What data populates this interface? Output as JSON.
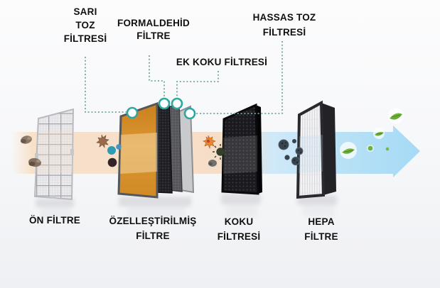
{
  "title": "Air purifier filter stages diagram",
  "labels": {
    "top": [
      {
        "id": "sari-toz-filtresi",
        "lines": [
          "SARI",
          "TOZ",
          "FİLTRESİ"
        ]
      },
      {
        "id": "formaldehid-filtre",
        "lines": [
          "FORMALDEHİD",
          "FİLTRE"
        ]
      },
      {
        "id": "ek-koku-filtresi",
        "lines": [
          "EK KOKU FİLTRESİ"
        ]
      },
      {
        "id": "hassas-toz-filtresi",
        "lines": [
          "HASSAS TOZ",
          "FİLTRESİ"
        ]
      }
    ],
    "bottom": [
      {
        "id": "on-filtre",
        "lines": [
          "ÖN FİLTRE"
        ]
      },
      {
        "id": "ozellestirilmis-filtre",
        "lines": [
          "ÖZELLEŞTİRİLMİŞ",
          "FİLTRE"
        ]
      },
      {
        "id": "koku-filtresi",
        "lines": [
          "KOKU",
          "FİLTRESİ"
        ]
      },
      {
        "id": "hepa-filtre",
        "lines": [
          "HEPA",
          "FİLTRE"
        ]
      }
    ]
  },
  "stages": [
    {
      "filter": "ÖN FİLTRE",
      "panel": "gray mesh grid panel"
    },
    {
      "filter": "ÖZELLEŞTİRİLMİŞ FİLTRE",
      "panel": "orange panel with black, dark gray and light gray layers",
      "markers": [
        "SARI TOZ FİLTRESİ",
        "FORMALDEHİD FİLTRE",
        "EK KOKU FİLTRESİ",
        "HASSAS TOZ FİLTRESİ"
      ]
    },
    {
      "filter": "KOKU FİLTRESİ",
      "panel": "black carbon honeycomb panel"
    },
    {
      "filter": "HEPA FİLTRE",
      "panel": "white pleated panel with black frame"
    }
  ],
  "particles": [
    {
      "name": "dust-clumps",
      "zone": "before pre-filter"
    },
    {
      "name": "pollen-and-microbes",
      "zone": "after pre-filter"
    },
    {
      "name": "formaldehyde-and-odor",
      "zone": "after customized filter"
    },
    {
      "name": "fine-dust-germs",
      "zone": "after odor filter"
    },
    {
      "name": "clean-air-leaves",
      "zone": "after hepa filter"
    }
  ],
  "colors": {
    "flow_start_peach": "#F8E1CA",
    "flow_end_blue": "#A6DAF5",
    "leader_line_teal": "#6FA9A4",
    "marker_ring_teal": "#2FA7A1",
    "orange_panel": "#D8912B",
    "black_panel": "#1C1C20",
    "gray_panel": "#5A5B60",
    "light_gray_panel": "#C9CACC",
    "hepa_frame": "#26262A",
    "label_text": "#101010",
    "leaf_green": "#6FB23A"
  }
}
